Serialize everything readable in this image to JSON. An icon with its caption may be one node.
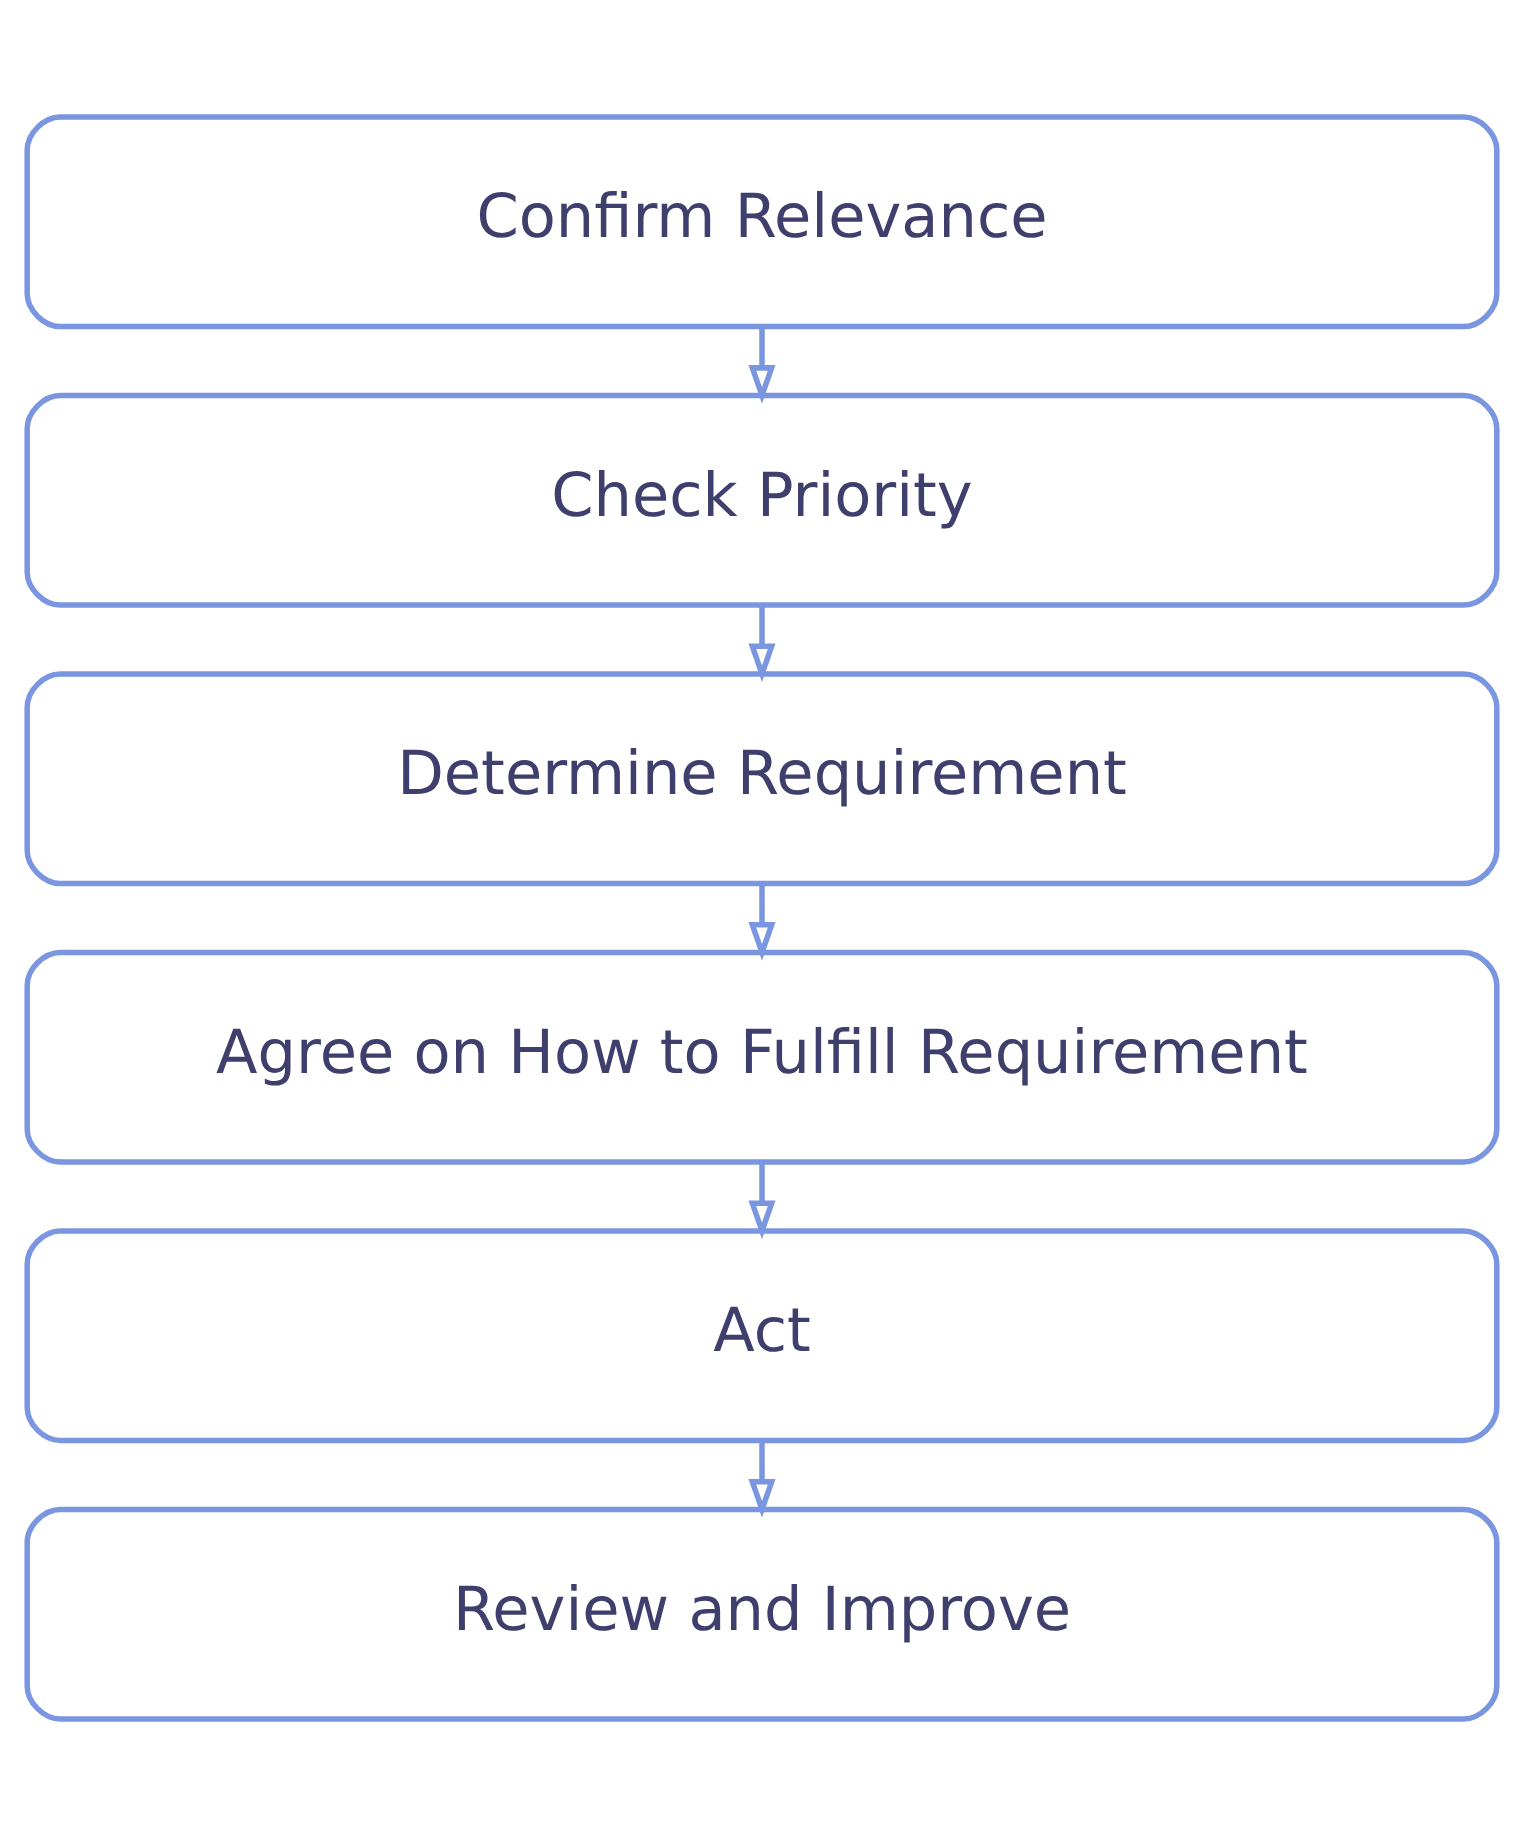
{
  "diagram": {
    "nodes": [
      {
        "text": [
          "Confirm Relevance"
        ]
      },
      {
        "text": [
          "Check Priority"
        ]
      },
      {
        "text": [
          "Determine Requirement"
        ]
      },
      {
        "text": [
          "Agree on How to Fulfill Requirement"
        ]
      },
      {
        "text": [
          "Act"
        ]
      },
      {
        "text": [
          "Review and Improve"
        ]
      }
    ],
    "edges": [
      {
        "from": 0,
        "to": 1,
        "arrow": "to"
      },
      {
        "from": 1,
        "to": 2,
        "arrow": "to"
      },
      {
        "from": 2,
        "to": 3,
        "arrow": "to"
      },
      {
        "from": 3,
        "to": 4,
        "arrow": "to"
      },
      {
        "from": 4,
        "to": 5,
        "arrow": "to"
      }
    ]
  }
}
